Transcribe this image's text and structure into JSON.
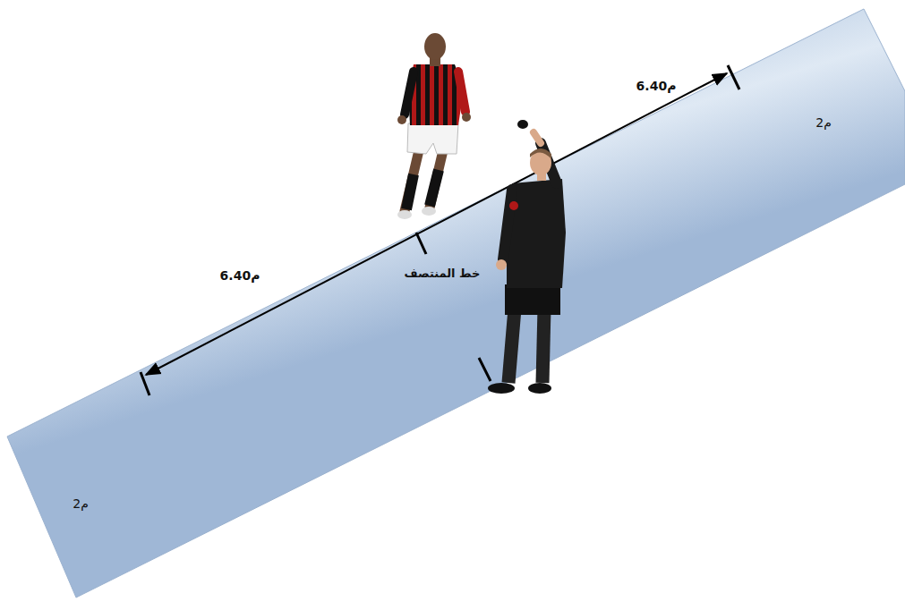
{
  "diagram": {
    "labels": [
      "6.40م",
      "2م",
      "6.40م",
      "خط المنتصف",
      "2م"
    ]
  }
}
